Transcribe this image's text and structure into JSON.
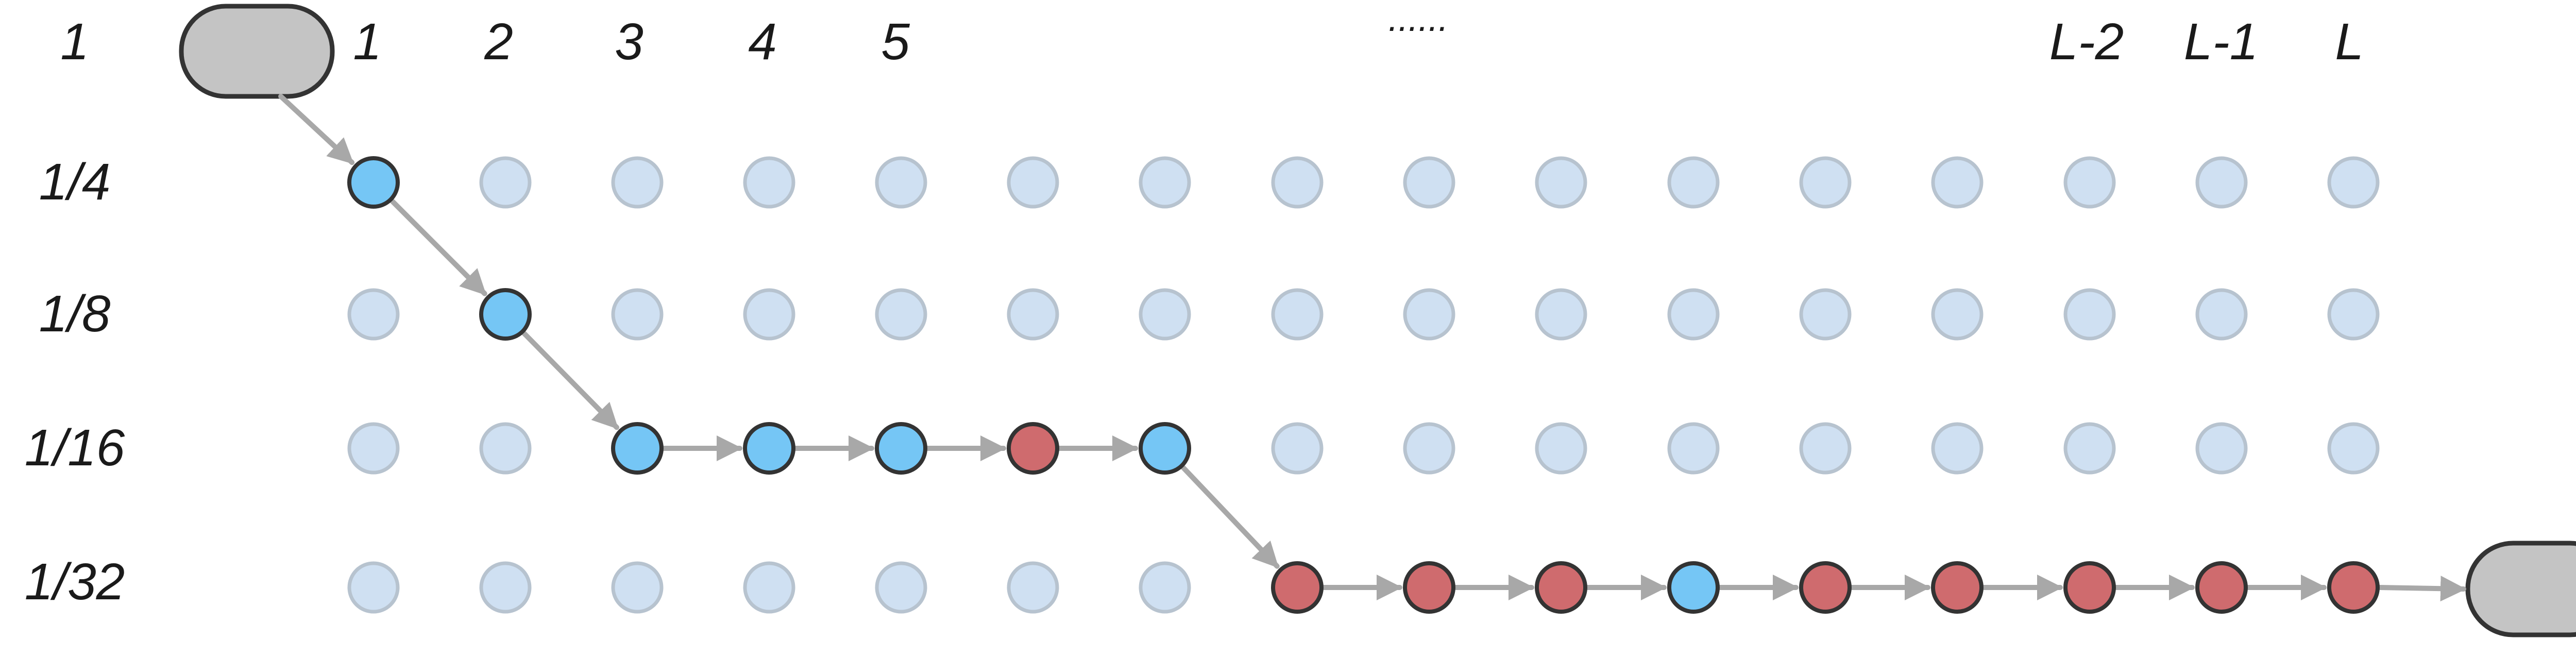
{
  "row_labels": [
    "1",
    "1/4",
    "1/8",
    "1/16",
    "1/32"
  ],
  "column_labels": [
    "1",
    "2",
    "3",
    "4",
    "5",
    "......",
    "L-2",
    "L-1",
    "L"
  ],
  "grid": {
    "rows": 4,
    "columns": 16
  },
  "path": [
    {
      "row": 0,
      "col": 0,
      "type": "blue"
    },
    {
      "row": 1,
      "col": 1,
      "type": "blue"
    },
    {
      "row": 2,
      "col": 2,
      "type": "blue"
    },
    {
      "row": 2,
      "col": 3,
      "type": "blue"
    },
    {
      "row": 2,
      "col": 4,
      "type": "blue"
    },
    {
      "row": 2,
      "col": 5,
      "type": "red"
    },
    {
      "row": 2,
      "col": 6,
      "type": "blue"
    },
    {
      "row": 3,
      "col": 7,
      "type": "red"
    },
    {
      "row": 3,
      "col": 8,
      "type": "red"
    },
    {
      "row": 3,
      "col": 9,
      "type": "red"
    },
    {
      "row": 3,
      "col": 10,
      "type": "blue"
    },
    {
      "row": 3,
      "col": 11,
      "type": "red"
    },
    {
      "row": 3,
      "col": 12,
      "type": "red"
    },
    {
      "row": 3,
      "col": 13,
      "type": "red"
    },
    {
      "row": 3,
      "col": 14,
      "type": "red"
    },
    {
      "row": 3,
      "col": 15,
      "type": "red"
    }
  ],
  "colors": {
    "inactive_fill": "#cfe0f2",
    "inactive_stroke": "#b7c3cf",
    "blue_fill": "#75c6f5",
    "red_fill": "#cf6b6e",
    "active_stroke": "#333333",
    "arrow": "#a8a8a8",
    "terminal_fill": "#c4c4c4",
    "terminal_stroke": "#333333"
  }
}
